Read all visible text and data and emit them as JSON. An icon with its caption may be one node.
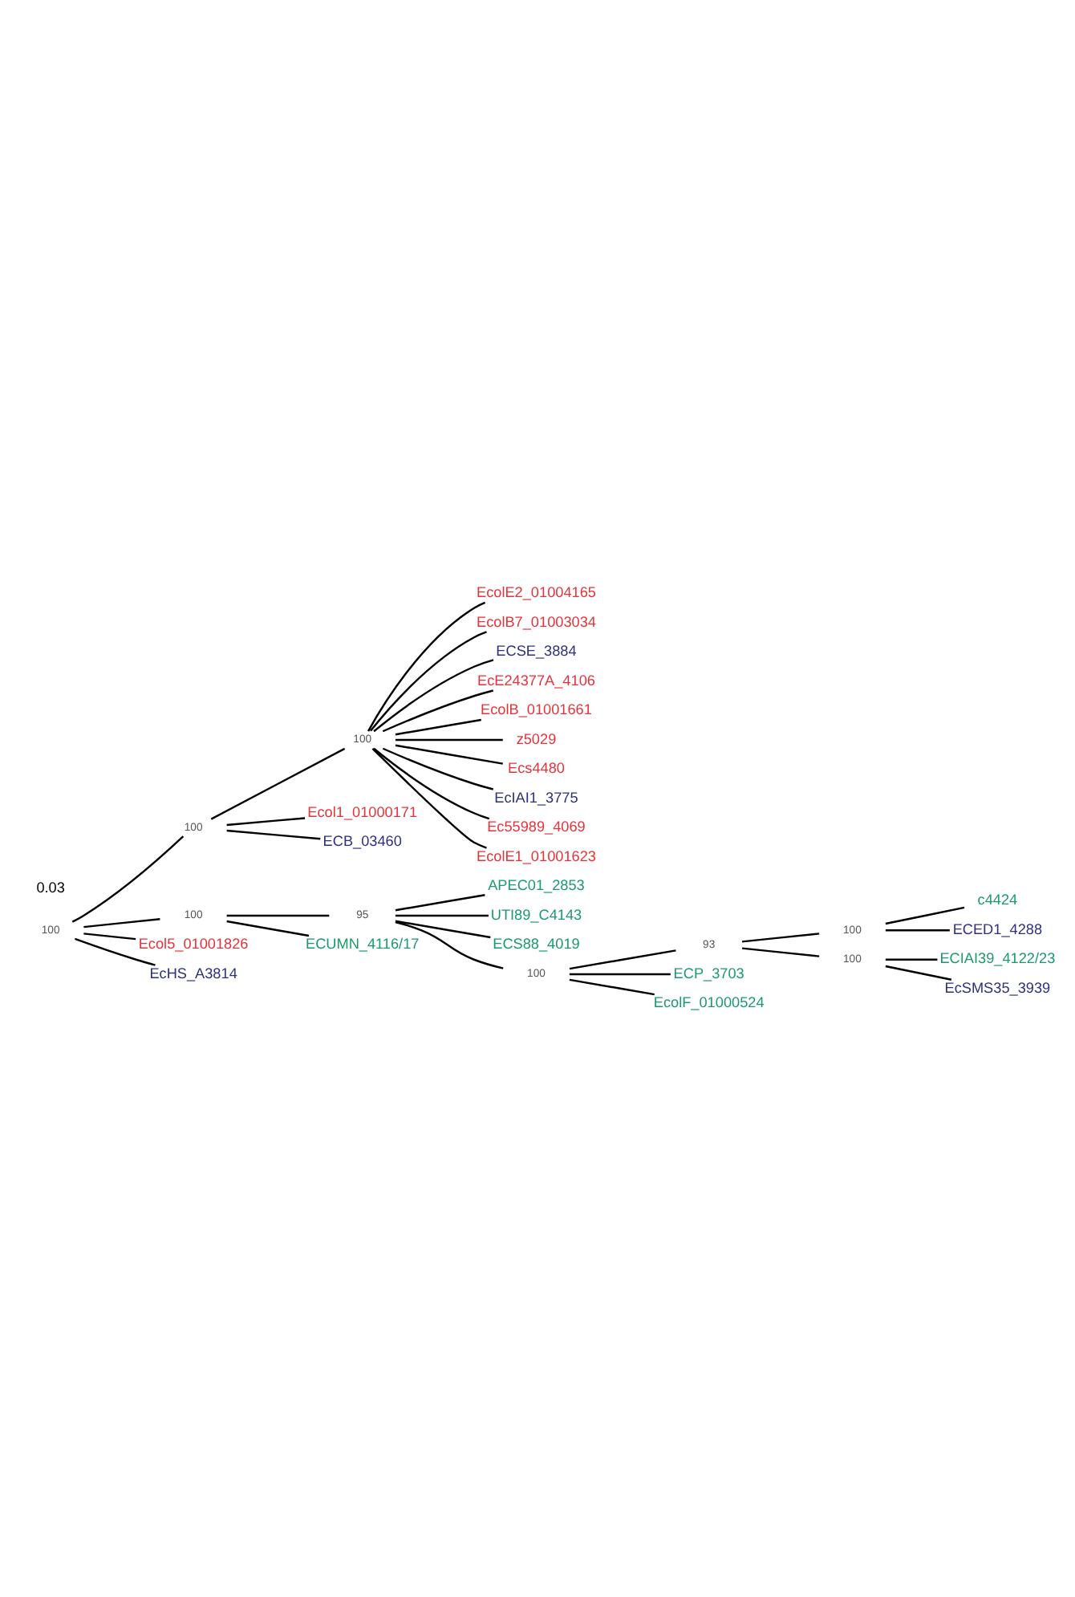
{
  "diagram": {
    "nodes": [
      {
        "text": [
          "EcolE2_01004165"
        ]
      },
      {
        "text": [
          "EcolB7_01003034"
        ]
      },
      {
        "text": [
          "ECSE_3884"
        ]
      },
      {
        "text": [
          "EcE24377A_4106"
        ]
      },
      {
        "text": [
          "EcolB_01001661"
        ]
      },
      {
        "text": [
          "z5029"
        ]
      },
      {
        "text": [
          "Ecs4480"
        ]
      },
      {
        "text": [
          "EcIAI1_3775"
        ]
      },
      {
        "text": [
          "Ec55989_4069"
        ]
      },
      {
        "text": [
          "EcolE1_01001623"
        ]
      },
      {
        "text": [
          "100"
        ]
      },
      {
        "text": [
          "Ecol1_01000171"
        ]
      },
      {
        "text": [
          "100"
        ]
      },
      {
        "text": [
          "ECB_03460"
        ]
      },
      {
        "text": [
          "100"
        ]
      },
      {
        "text": [
          "100"
        ]
      },
      {
        "text": [
          "Ecol5_01001826"
        ]
      },
      {
        "text": [
          "EcHS_A3814"
        ]
      },
      {
        "text": [
          "95"
        ]
      },
      {
        "text": [
          "APEC01_2853"
        ]
      },
      {
        "text": [
          "UTI89_C4143"
        ]
      },
      {
        "text": [
          "ECS88_4019"
        ]
      },
      {
        "text": [
          "100"
        ]
      },
      {
        "text": [
          "ECUMN_4116/17"
        ]
      },
      {
        "text": [
          "93"
        ]
      },
      {
        "text": [
          "100"
        ]
      },
      {
        "text": [
          "c4424"
        ]
      },
      {
        "text": [
          "ECED1_4288"
        ]
      },
      {
        "text": [
          "100"
        ]
      },
      {
        "text": [
          "ECIAI39_4122/23"
        ]
      },
      {
        "text": [
          "ECP_3703"
        ]
      },
      {
        "text": [
          "EcolF_01000524"
        ]
      },
      {
        "text": [
          "EcSMS35_3939"
        ]
      }
    ],
    "edges": [
      {
        "from": 14,
        "to": 12,
        "arrow": "none"
      },
      {
        "from": 12,
        "to": 10,
        "arrow": "none"
      },
      {
        "from": 10,
        "to": 0,
        "arrow": "none"
      },
      {
        "from": 10,
        "to": 1,
        "arrow": "none"
      },
      {
        "from": 10,
        "to": 2,
        "arrow": "none"
      },
      {
        "from": 10,
        "to": 3,
        "arrow": "none"
      },
      {
        "from": 10,
        "to": 4,
        "arrow": "none"
      },
      {
        "from": 10,
        "to": 5,
        "arrow": "none"
      },
      {
        "from": 10,
        "to": 6,
        "arrow": "none"
      },
      {
        "from": 10,
        "to": 7,
        "arrow": "none"
      },
      {
        "from": 10,
        "to": 8,
        "arrow": "none"
      },
      {
        "from": 10,
        "to": 9,
        "arrow": "none"
      },
      {
        "from": 12,
        "to": 11,
        "arrow": "none"
      },
      {
        "from": 12,
        "to": 13,
        "arrow": "none"
      },
      {
        "from": 14,
        "to": 16,
        "arrow": "none"
      },
      {
        "from": 14,
        "to": 17,
        "arrow": "none"
      },
      {
        "from": 14,
        "to": 15,
        "arrow": "none"
      },
      {
        "from": 15,
        "to": 18,
        "arrow": "none"
      },
      {
        "from": 18,
        "to": 19,
        "arrow": "none"
      },
      {
        "from": 18,
        "to": 20,
        "arrow": "none"
      },
      {
        "from": 18,
        "to": 21,
        "arrow": "none"
      },
      {
        "from": 18,
        "to": 22,
        "arrow": "none"
      },
      {
        "from": 15,
        "to": 23,
        "arrow": "none"
      },
      {
        "from": 22,
        "to": 24,
        "arrow": "none"
      },
      {
        "from": 24,
        "to": 25,
        "arrow": "none"
      },
      {
        "from": 25,
        "to": 26,
        "arrow": "none"
      },
      {
        "from": 25,
        "to": 27,
        "arrow": "none"
      },
      {
        "from": 24,
        "to": 28,
        "arrow": "none"
      },
      {
        "from": 28,
        "to": 29,
        "arrow": "none"
      },
      {
        "from": 22,
        "to": 30,
        "arrow": "none"
      },
      {
        "from": 22,
        "to": 31,
        "arrow": "none"
      },
      {
        "from": 28,
        "to": 32,
        "arrow": "none"
      }
    ],
    "labels": [
      "0.03"
    ]
  }
}
